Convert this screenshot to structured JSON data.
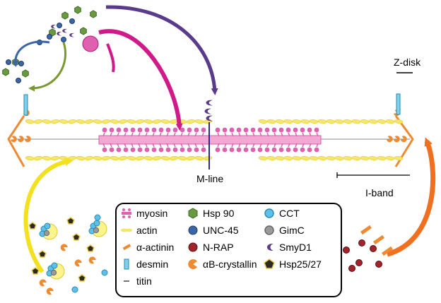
{
  "labels": {
    "z_disk": "Z-disk",
    "m_line": "M-line",
    "i_band": "I-band"
  },
  "legend": {
    "col1": [
      {
        "label": "myosin",
        "icon": "myosin-icon"
      },
      {
        "label": "actin",
        "icon": "actin-icon"
      },
      {
        "label": "α-actinin",
        "icon": "alpha-actinin-icon"
      },
      {
        "label": "desmin",
        "icon": "desmin-icon"
      },
      {
        "label": "titin",
        "icon": "titin-icon"
      }
    ],
    "col2": [
      {
        "label": "Hsp 90",
        "icon": "hsp90-icon"
      },
      {
        "label": "UNC-45",
        "icon": "unc45-icon"
      },
      {
        "label": "N-RAP",
        "icon": "nrap-icon"
      },
      {
        "label": "αB-crystallin",
        "icon": "alphab-crystallin-icon"
      }
    ],
    "col3": [
      {
        "label": "CCT",
        "icon": "cct-icon"
      },
      {
        "label": "GimC",
        "icon": "gimc-icon"
      },
      {
        "label": "SmyD1",
        "icon": "smyd1-icon"
      },
      {
        "label": "Hsp25/27",
        "icon": "hsp25-27-icon"
      }
    ]
  },
  "colors": {
    "myosin": "#e060b0",
    "actin": "#f5e66a",
    "alpha_actinin": "#f08a30",
    "desmin": "#7fd0ea",
    "hsp90": "#6a9a40",
    "unc45": "#3a66a8",
    "nrap": "#a0242a",
    "crystallin": "#f08a30",
    "cct": "#5ec0e8",
    "gimc": "#9a9a9a",
    "smyd1": "#5a3a8a",
    "hsp25": "#2a2a1e",
    "m_line": "#2b2a8a",
    "arrow_magenta": "#d01a8a",
    "arrow_purple": "#5a3a8a",
    "arrow_blue": "#3a66a8",
    "arrow_green": "#7a9a30",
    "arrow_yellow": "#f3e020",
    "arrow_orange": "#f07020"
  }
}
